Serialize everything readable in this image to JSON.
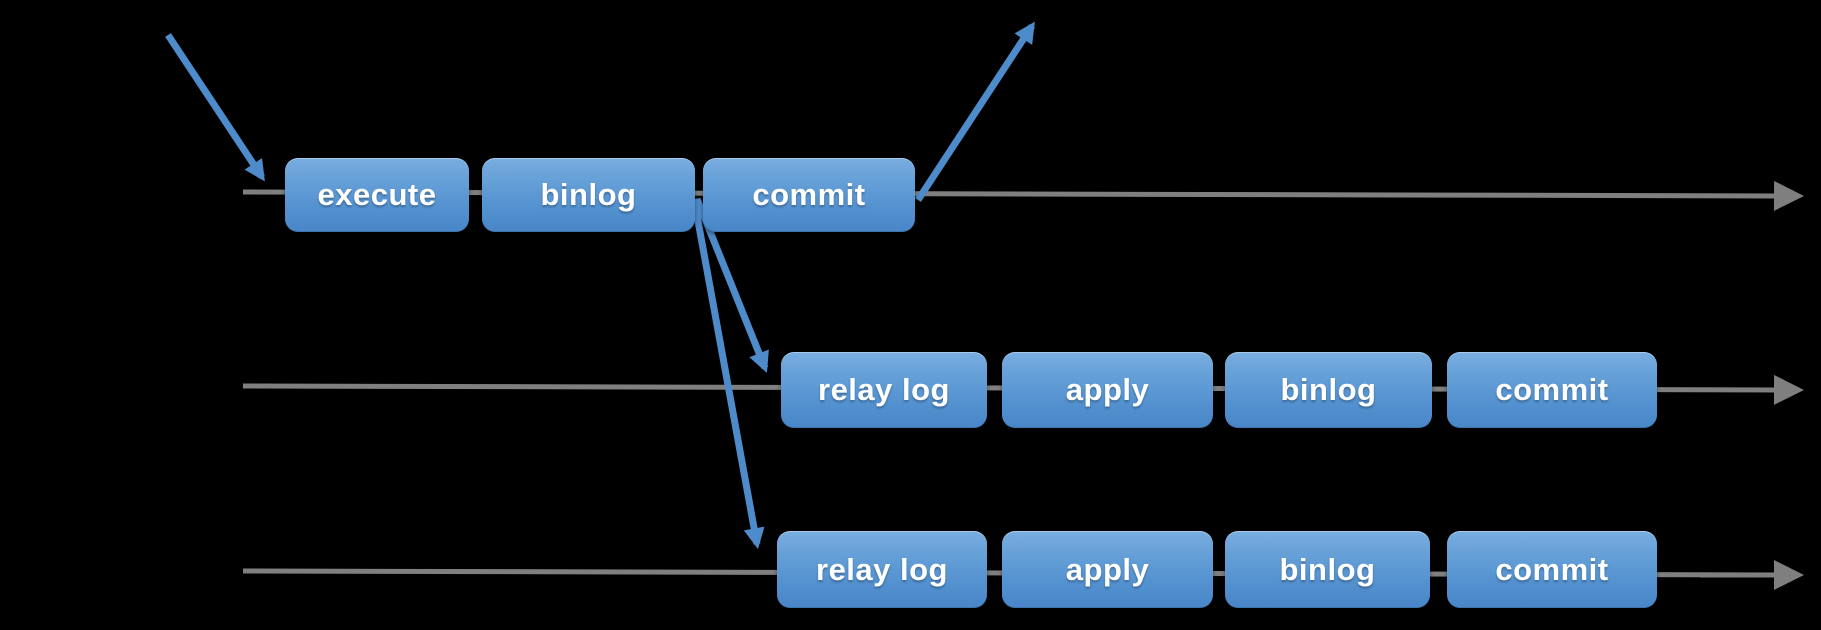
{
  "diagram": {
    "colors": {
      "background": "#000000",
      "box_gradient_top": "#6fa6dc",
      "box_gradient_bottom": "#4886c8",
      "box_text": "#ffffff",
      "timeline_gray": "#7f7f7f",
      "arrow_blue": "#4e8bca"
    },
    "timelines": [
      {
        "boxes": [
          {
            "label": "execute"
          },
          {
            "label": "binlog"
          },
          {
            "label": "commit"
          }
        ]
      },
      {
        "boxes": [
          {
            "label": "relay log"
          },
          {
            "label": "apply"
          },
          {
            "label": "binlog"
          },
          {
            "label": "commit"
          }
        ]
      },
      {
        "boxes": [
          {
            "label": "relay log"
          },
          {
            "label": "apply"
          },
          {
            "label": "binlog"
          },
          {
            "label": "commit"
          }
        ]
      }
    ]
  }
}
